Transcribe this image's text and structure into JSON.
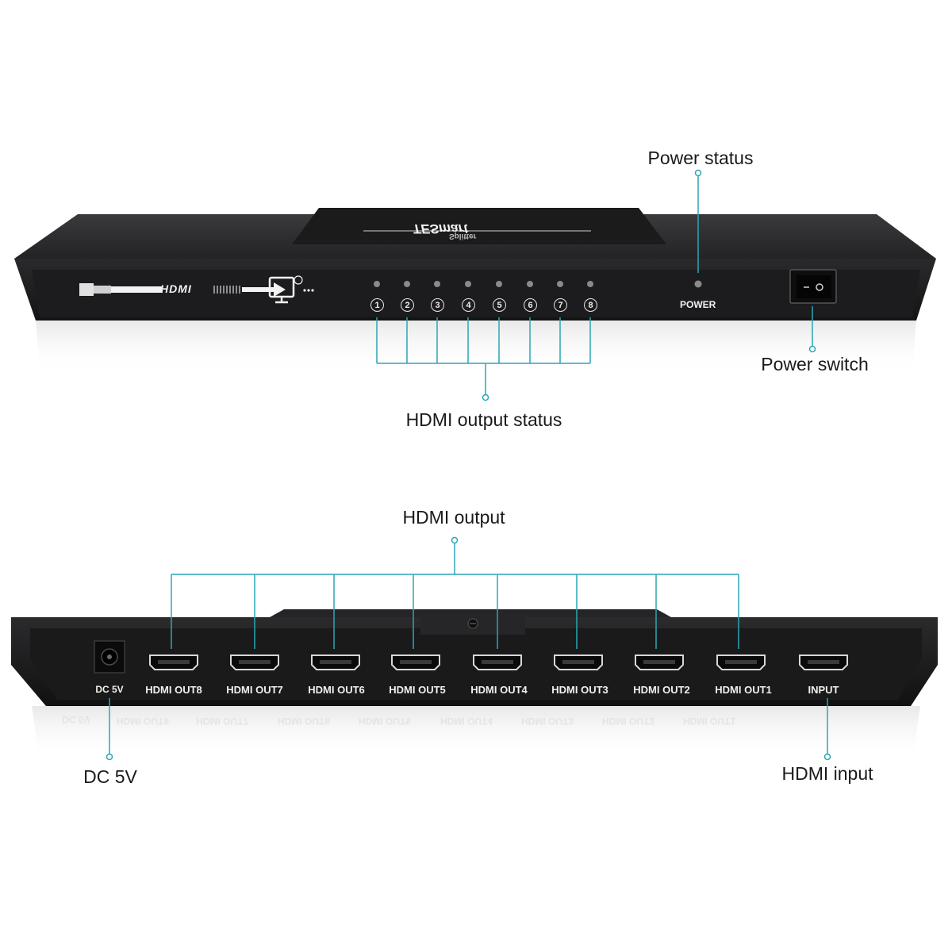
{
  "front_view": {
    "brand_logo": "TESmart",
    "brand_sub": "Splitter",
    "led_numbers": [
      "1",
      "2",
      "3",
      "4",
      "5",
      "6",
      "7",
      "8"
    ],
    "power_label": "POWER",
    "hdmi_logo_text": "HDMI"
  },
  "back_view": {
    "dc_label": "DC 5V",
    "ports": [
      "HDMI OUT8",
      "HDMI OUT7",
      "HDMI OUT6",
      "HDMI OUT5",
      "HDMI OUT4",
      "HDMI OUT3",
      "HDMI OUT2",
      "HDMI OUT1",
      "INPUT"
    ]
  },
  "callouts": {
    "power_status": "Power status",
    "power_switch": "Power switch",
    "hdmi_output_status": "HDMI output status",
    "hdmi_output": "HDMI output",
    "dc_5v": "DC 5V",
    "hdmi_input": "HDMI input"
  },
  "colors": {
    "callout_line": "#2aa6b5",
    "device_body": "#1d1d1f",
    "led": "#8a8a8a"
  }
}
